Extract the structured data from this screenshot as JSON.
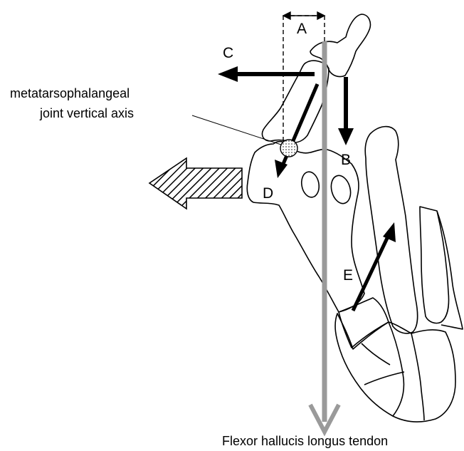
{
  "diagram": {
    "labels": {
      "a": "A",
      "b": "B",
      "c": "C",
      "d": "D",
      "e": "E"
    },
    "joint_label_line1": "metatarsophalangeal",
    "joint_label_line2": "joint vertical axis",
    "tendon_label": "Flexor hallucis longus tendon"
  },
  "colors": {
    "bone_outline": "#000000",
    "arrow": "#000000",
    "tendon": "#9a9a9a",
    "joint_fill": "#c8c8c8"
  }
}
